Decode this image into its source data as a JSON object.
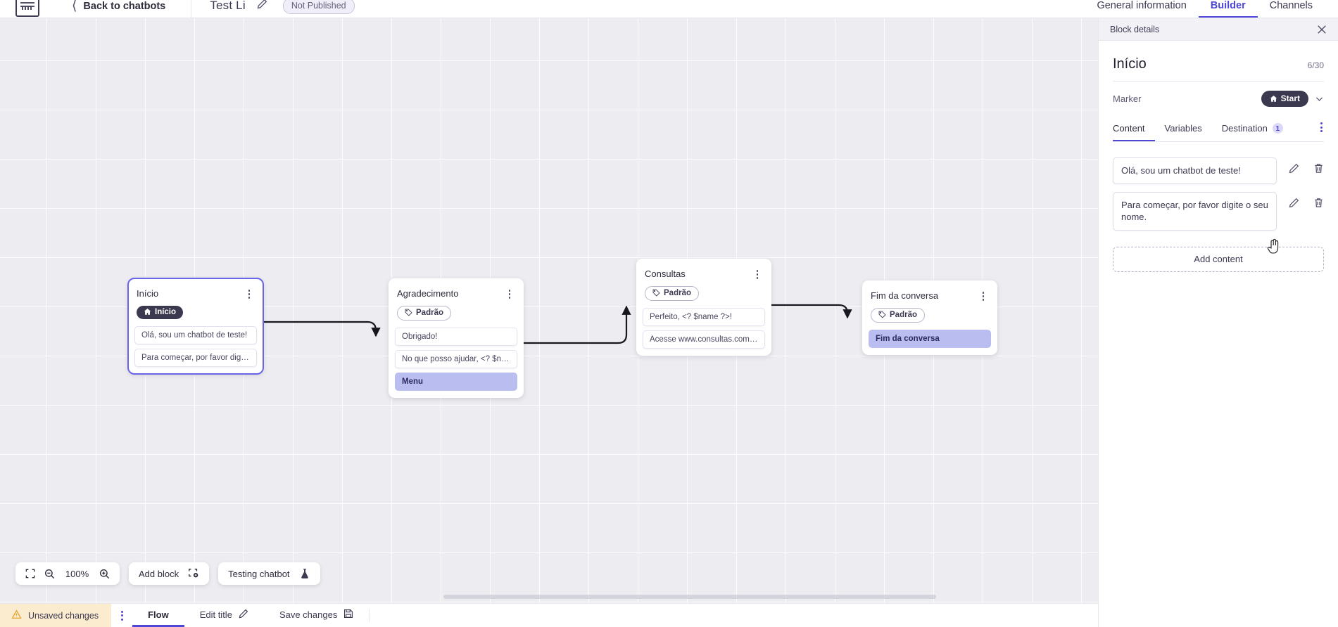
{
  "topbar": {
    "logo_icon": "chatbot-logo-icon",
    "back_label": "Back to chatbots",
    "back_icon": "chevron-left-icon",
    "bot_title": "Test Li",
    "title_edit_icon": "pencil-icon",
    "status_badge": "Not Published",
    "tabs": [
      {
        "label": "General information",
        "active": false
      },
      {
        "label": "Builder",
        "active": true
      },
      {
        "label": "Channels",
        "active": false
      }
    ]
  },
  "canvas": {
    "zoom_level": "100%",
    "fit_icon": "fit-screen-icon",
    "zoom_out_icon": "zoom-out-icon",
    "zoom_in_icon": "zoom-in-icon",
    "add_block_label": "Add block",
    "add_block_icon": "add-block-icon",
    "testing_label": "Testing chatbot",
    "testing_icon": "flask-icon",
    "nodes": [
      {
        "title": "Início",
        "badge": "Início",
        "badge_type": "start",
        "badge_icon": "home-icon",
        "selected": true,
        "items": [
          {
            "text": "Olá, sou um chatbot de teste!",
            "accent": false
          },
          {
            "text": "Para começar, por favor digite o ...",
            "accent": false
          }
        ]
      },
      {
        "title": "Agradecimento",
        "badge": "Padrão",
        "badge_type": "tag",
        "badge_icon": "tag-icon",
        "selected": false,
        "items": [
          {
            "text": "Obrigado!",
            "accent": false
          },
          {
            "text": "No que posso ajudar, <? $name ...",
            "accent": false
          },
          {
            "text": "Menu",
            "accent": true
          }
        ]
      },
      {
        "title": "Consultas",
        "badge": "Padrão",
        "badge_type": "tag",
        "badge_icon": "tag-icon",
        "selected": false,
        "items": [
          {
            "text": "Perfeito, <? $name ?>!",
            "accent": false
          },
          {
            "text": "Acesse www.consultas.com par...",
            "accent": false
          }
        ]
      },
      {
        "title": "Fim da conversa",
        "badge": "Padrão",
        "badge_type": "tag",
        "badge_icon": "tag-icon",
        "selected": false,
        "items": [
          {
            "text": "Fim da conversa",
            "accent": true
          }
        ]
      }
    ]
  },
  "panel": {
    "header_title": "Block details",
    "close_icon": "close-icon",
    "block_name": "Início",
    "char_count": "6/30",
    "marker_label": "Marker",
    "marker_value": "Start",
    "marker_icon": "home-icon",
    "marker_chevron_icon": "chevron-down-icon",
    "tabs": [
      {
        "label": "Content",
        "active": true,
        "badge": ""
      },
      {
        "label": "Variables",
        "active": false,
        "badge": ""
      },
      {
        "label": "Destination",
        "active": false,
        "badge": "1"
      }
    ],
    "tabs_more_icon": "more-vertical-icon",
    "contents": [
      {
        "text": "Olá, sou um chatbot de teste!",
        "edit_icon": "pencil-icon",
        "delete_icon": "trash-icon"
      },
      {
        "text": "Para começar, por favor digite o seu nome.",
        "edit_icon": "pencil-icon",
        "delete_icon": "trash-icon"
      }
    ],
    "add_content_label": "Add content"
  },
  "bottombar": {
    "unsaved_label": "Unsaved changes",
    "warning_icon": "warning-triangle-icon",
    "menu_icon": "more-vertical-icon",
    "flow_label": "Flow",
    "edit_title_label": "Edit title",
    "edit_title_icon": "pencil-icon",
    "save_label": "Save changes",
    "save_icon": "save-disk-icon"
  },
  "colors": {
    "accent": "#4d46d6",
    "node_accent": "#b9bdf0",
    "warning_bg": "#fbeccf",
    "dark_pill": "#3b394f"
  }
}
